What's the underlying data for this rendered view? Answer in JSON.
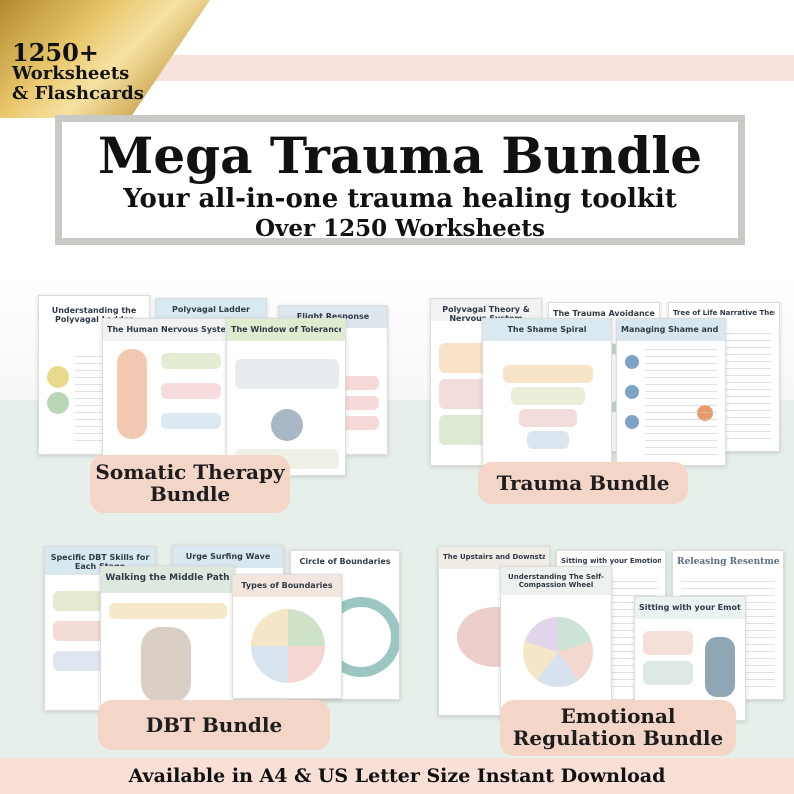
{
  "badge": {
    "count": "1250+",
    "line1": "Worksheets",
    "line2": "& Flashcards"
  },
  "title": {
    "main": "Mega Trauma Bundle",
    "subtitle": "Your all-in-one trauma healing toolkit",
    "count_line": "Over 1250 Worksheets"
  },
  "bundles": {
    "somatic": {
      "label_l1": "Somatic Therapy",
      "label_l2": "Bundle",
      "sheets": [
        "Understanding the Polyvagal Ladder",
        "Polyvagal Ladder",
        "Flight Response",
        "The Human Nervous System",
        "The Window of Tolerance"
      ]
    },
    "trauma": {
      "label": "Trauma Bundle",
      "sheets": [
        "Polyvagal Theory & Nervous System",
        "The Trauma Avoidance Cycle",
        "Tree of Life Narrative Therapy Worksheet",
        "The Shame Spiral",
        "Managing Shame and Guilt"
      ]
    },
    "dbt": {
      "label": "DBT Bundle",
      "sheets": [
        "Specific DBT Skills for Each Stage",
        "Urge Surfing Wave",
        "Circle of Boundaries",
        "Walking the Middle Path",
        "Types of Boundaries"
      ]
    },
    "emotional": {
      "label_l1": "Emotional",
      "label_l2": "Regulation Bundle",
      "sheets": [
        "The Upstairs and Downstairs Brain",
        "Sitting with your Emotions",
        "Releasing Resentment",
        "Understanding The Self-Compassion Wheel",
        "Sitting with your Emotions"
      ]
    }
  },
  "footer": {
    "text": "Available in A4 & US Letter Size Instant Download"
  },
  "colors": {
    "pill": "#f4d6c8",
    "band": "#f8e3dc",
    "lower_bg": "#e6efe9",
    "gold": "#d9b45a"
  }
}
